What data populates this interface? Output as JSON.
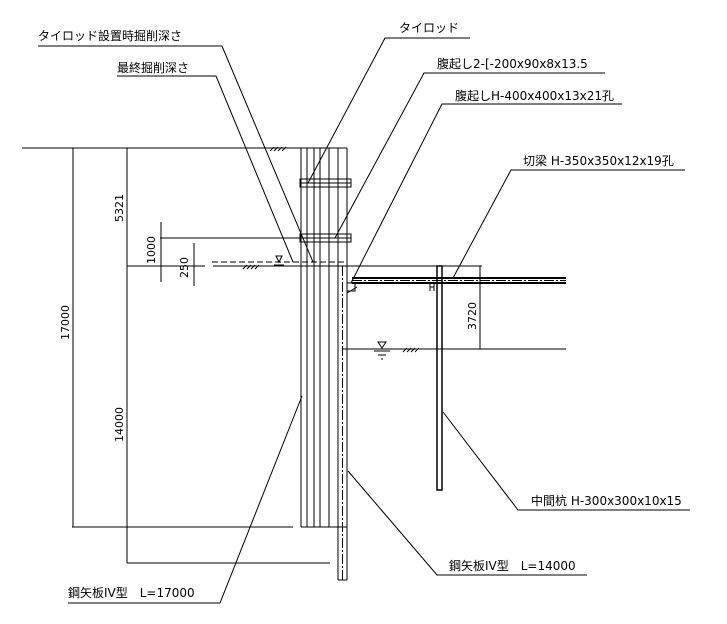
{
  "labels": {
    "tierod_excavation_depth": "タイロッド設置時掘削深さ",
    "final_excavation_depth": "最終掘削深さ",
    "tierod": "タイロッド",
    "wale_channel": "腹起し2-[-200x90x8x13.5",
    "wale_h": "腹起しH-400x400x13x21孔",
    "strut": "切梁 H-350x350x12x19孔",
    "middle_pile": "中間杭 H-300x300x10x15",
    "sheet_pile_14000": "鋼矢板IV型　L=14000",
    "sheet_pile_17000": "鋼矢板IV型　L=17000"
  },
  "dimensions": {
    "d5321": "5321",
    "d1000": "1000",
    "d250": "250",
    "d17000": "17000",
    "d14000": "14000",
    "d3720": "3720"
  }
}
